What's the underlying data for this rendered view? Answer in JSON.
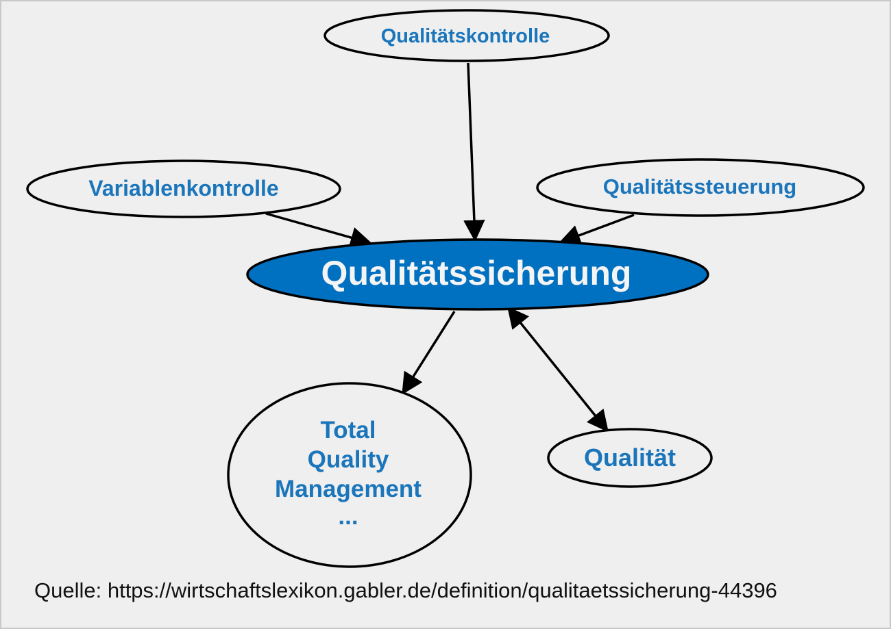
{
  "diagram": {
    "center": {
      "label": "Qualitätssicherung",
      "fill": "#0070c0"
    },
    "nodes": [
      {
        "id": "qualitaetskontrolle",
        "label": "Qualitätskontrolle"
      },
      {
        "id": "variablenkontrolle",
        "label": "Variablenkontrolle"
      },
      {
        "id": "qualitaetssteuerung",
        "label": "Qualitätssteuerung"
      },
      {
        "id": "tqm",
        "lines": [
          "Total",
          "Quality",
          "Management",
          "..."
        ]
      },
      {
        "id": "qualitaet",
        "label": "Qualität"
      }
    ],
    "edges": [
      {
        "from": "qualitaetskontrolle",
        "to": "center"
      },
      {
        "from": "variablenkontrolle",
        "to": "center"
      },
      {
        "from": "qualitaetssteuerung",
        "to": "center"
      },
      {
        "from": "center",
        "to": "tqm"
      },
      {
        "from": "center",
        "to": "qualitaet",
        "bidirectional": true
      }
    ],
    "text_color": "#1a75bb"
  },
  "source": "Quelle: https://wirtschaftslexikon.gabler.de/definition/qualitaetssicherung-44396"
}
